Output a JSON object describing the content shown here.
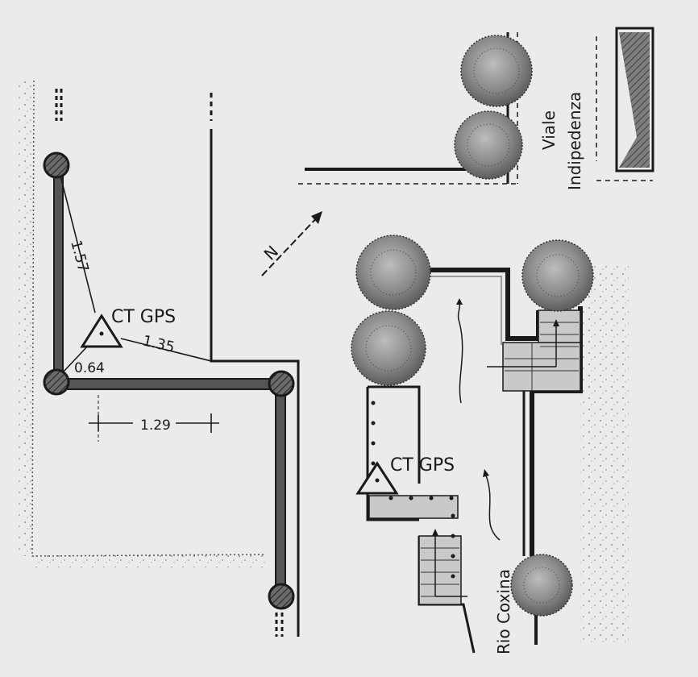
{
  "labels": {
    "ct_gps_left": "CT GPS",
    "ct_gps_right": "CT GPS",
    "dim_157": "1.57",
    "dim_135": "1.35",
    "dim_064": "0.64",
    "dim_129": "1.29",
    "north": "N",
    "street_line1": "Viale",
    "street_line2": "Indipedenza",
    "river": "Rio Coxina"
  },
  "colors": {
    "background": "#ebebeb",
    "ink": "#1a1a1a",
    "post_fill": "#6a6a6a",
    "paving": "#c9c9c9",
    "tree": "#7a7a7a"
  }
}
